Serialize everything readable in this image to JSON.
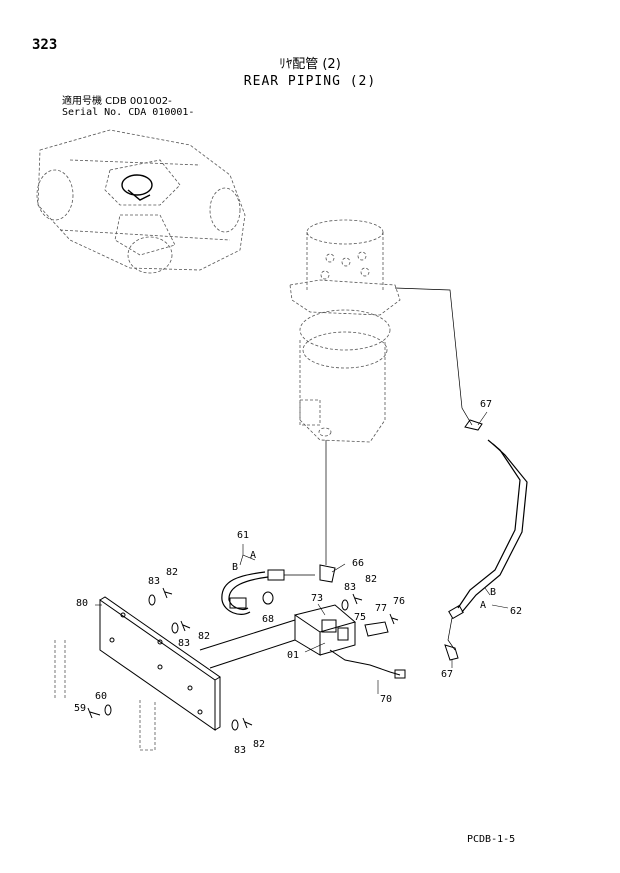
{
  "page_number": "323",
  "title_jp": "ﾘﾔ配管 (2)",
  "title_en": "REAR PIPING (2)",
  "applicability": {
    "line1": "適用号機 CDB 001002-",
    "line2": "Serial No. CDA 010001-"
  },
  "callouts": [
    {
      "id": "c67a",
      "text": "67"
    },
    {
      "id": "c61",
      "text": "61"
    },
    {
      "id": "cA1",
      "text": "A"
    },
    {
      "id": "cB1",
      "text": "B"
    },
    {
      "id": "c66",
      "text": "66"
    },
    {
      "id": "c83a",
      "text": "83"
    },
    {
      "id": "c82a",
      "text": "82"
    },
    {
      "id": "c83b",
      "text": "83"
    },
    {
      "id": "c82b",
      "text": "82"
    },
    {
      "id": "c80",
      "text": "80"
    },
    {
      "id": "c83c",
      "text": "83"
    },
    {
      "id": "c82c",
      "text": "82"
    },
    {
      "id": "c68",
      "text": "68"
    },
    {
      "id": "c73",
      "text": "73"
    },
    {
      "id": "c75",
      "text": "75"
    },
    {
      "id": "c77",
      "text": "77"
    },
    {
      "id": "c76",
      "text": "76"
    },
    {
      "id": "cB2",
      "text": "B"
    },
    {
      "id": "cA2",
      "text": "A"
    },
    {
      "id": "c62",
      "text": "62"
    },
    {
      "id": "c01",
      "text": "01"
    },
    {
      "id": "c67b",
      "text": "67"
    },
    {
      "id": "c70",
      "text": "70"
    },
    {
      "id": "c60",
      "text": "60"
    },
    {
      "id": "c59",
      "text": "59"
    },
    {
      "id": "c83d",
      "text": "83"
    },
    {
      "id": "c82d",
      "text": "82"
    }
  ],
  "footer_code": "PCDB-1-5"
}
